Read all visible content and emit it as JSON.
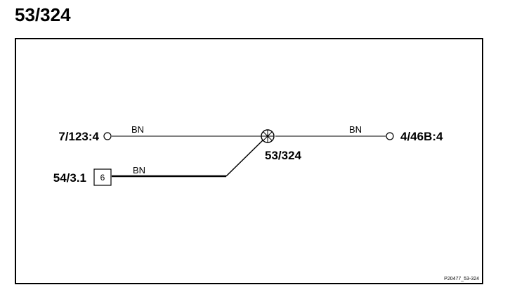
{
  "page": {
    "title": "53/324"
  },
  "diagram": {
    "left_terminal": "7/123:4",
    "right_terminal": "4/46B:4",
    "connector_label": "54/3.1",
    "connector_pin": "6",
    "splice_label": "53/324",
    "wire_top_left_color": "BN",
    "wire_top_right_color": "BN",
    "wire_bottom_color": "BN",
    "reference_code": "P20477_53-324"
  }
}
